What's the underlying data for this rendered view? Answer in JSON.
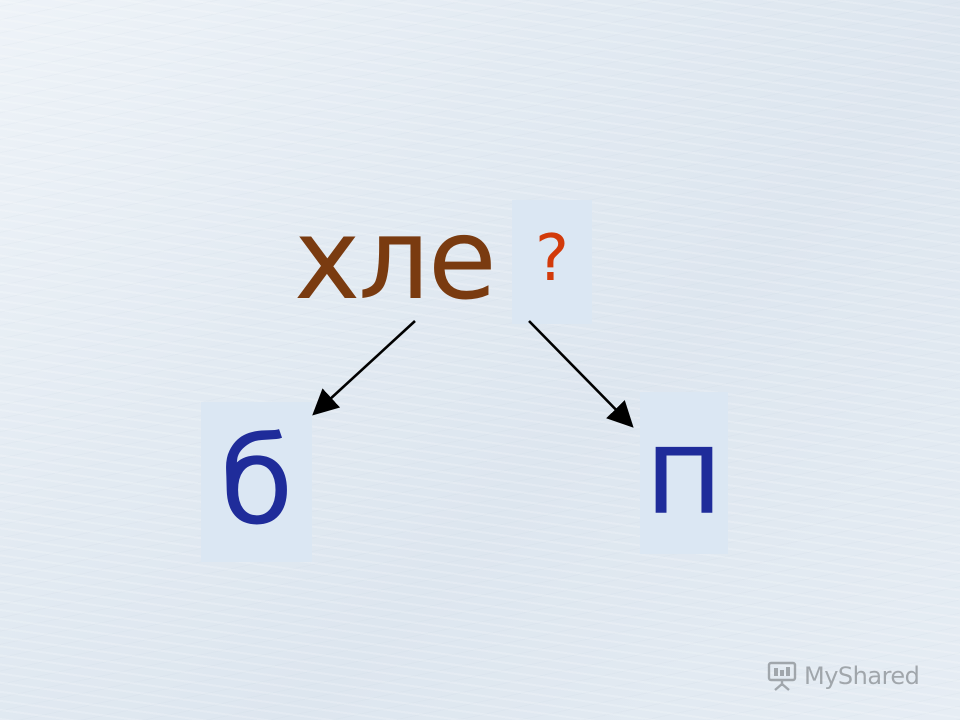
{
  "colors": {
    "stem": "#7a3b10",
    "question": "#d23a0a",
    "letters": "#1f2c9a",
    "box": "#dbe7f3",
    "arrow": "#000000",
    "watermark": "#8a8f94"
  },
  "word": {
    "stem": "хле",
    "unknown": "?"
  },
  "options": {
    "left": "б",
    "right": "п"
  },
  "watermark": {
    "text": "MyShared",
    "icon": "presentation-board-icon"
  }
}
